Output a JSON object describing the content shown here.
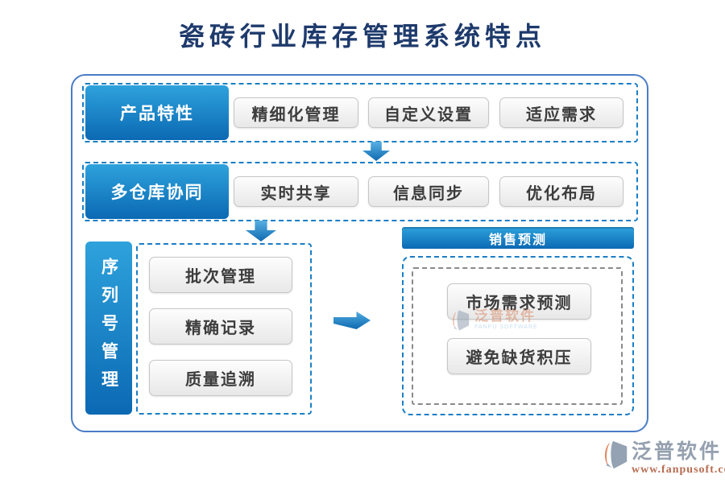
{
  "title": "瓷砖行业库存管理系统特点",
  "sections": {
    "product": {
      "label": "产品特性",
      "items": [
        "精细化管理",
        "自定义设置",
        "适应需求"
      ]
    },
    "warehouse": {
      "label": "多仓库协同",
      "items": [
        "实时共享",
        "信息同步",
        "优化布局"
      ]
    },
    "serial": {
      "label": "序列号管理",
      "items": [
        "批次管理",
        "精确记录",
        "质量追溯"
      ]
    },
    "forecast": {
      "label": "销售预测",
      "items": [
        "市场需求预测",
        "避免缺货积压"
      ]
    }
  },
  "watermark": {
    "brand": "泛普软件",
    "brand_en": "FANPU SOFTWARE",
    "url": "www.fanpusoft.com"
  },
  "colors": {
    "accent_blue": "#0b69b3",
    "accent_blue_light": "#2ea2dc",
    "dashed_blue": "#1a7ec5",
    "container_border": "#4a7cc7",
    "title_navy": "#1e3a6c",
    "inner_dashed_gray": "#8a8a8a",
    "watermark_gray": "#94a0af",
    "watermark_orange": "#b86b50"
  },
  "icons": {
    "arrow_down": "▼",
    "arrow_right": "►",
    "brand_logo": "fanpu-swoosh"
  }
}
